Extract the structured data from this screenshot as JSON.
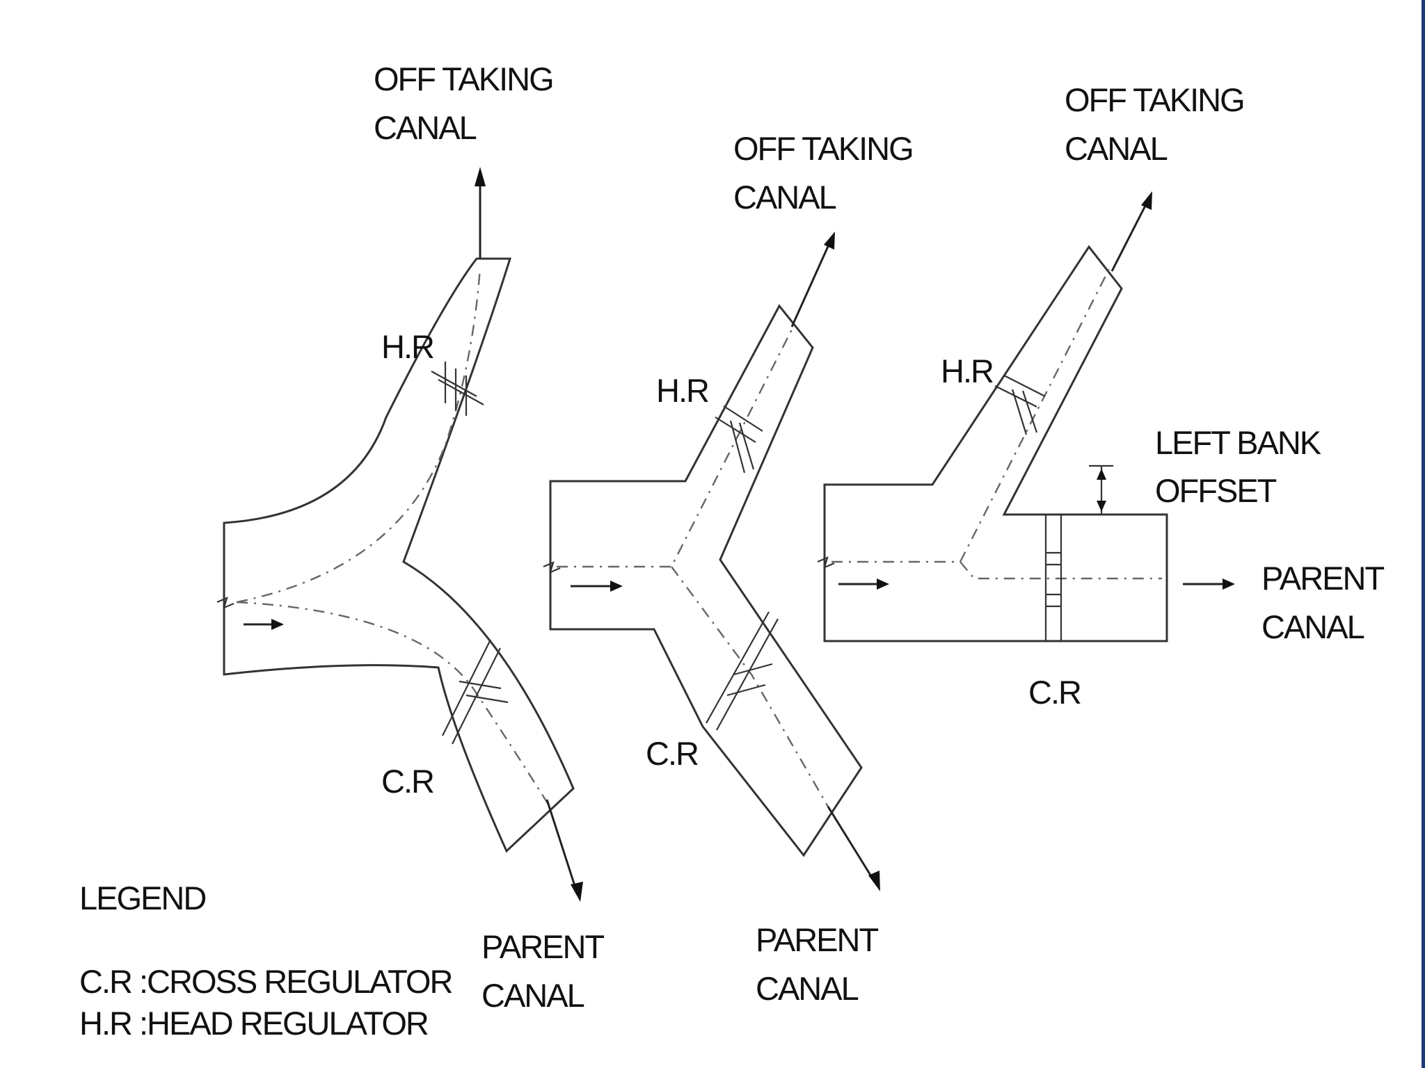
{
  "panels": [
    {
      "off_taking": [
        "OFF TAKING",
        "CANAL"
      ],
      "head_regulator": "H.R",
      "cross_regulator": "C.R",
      "parent": [
        "PARENT",
        "CANAL"
      ]
    },
    {
      "off_taking": [
        "OFF TAKING",
        "CANAL"
      ],
      "head_regulator": "H.R",
      "cross_regulator": "C.R",
      "parent": [
        "PARENT",
        "CANAL"
      ]
    },
    {
      "off_taking": [
        "OFF TAKING",
        "CANAL"
      ],
      "head_regulator": "H.R",
      "offset": [
        "LEFT BANK",
        "OFFSET"
      ],
      "cross_regulator": "C.R",
      "parent": [
        "PARENT",
        "CANAL"
      ]
    }
  ],
  "legend": {
    "title": "LEGEND",
    "entries": [
      "C.R :CROSS REGULATOR",
      "H.R :HEAD REGULATOR"
    ]
  },
  "colors": {
    "ink": "#333333",
    "right_edge": "#1f3a7a"
  }
}
